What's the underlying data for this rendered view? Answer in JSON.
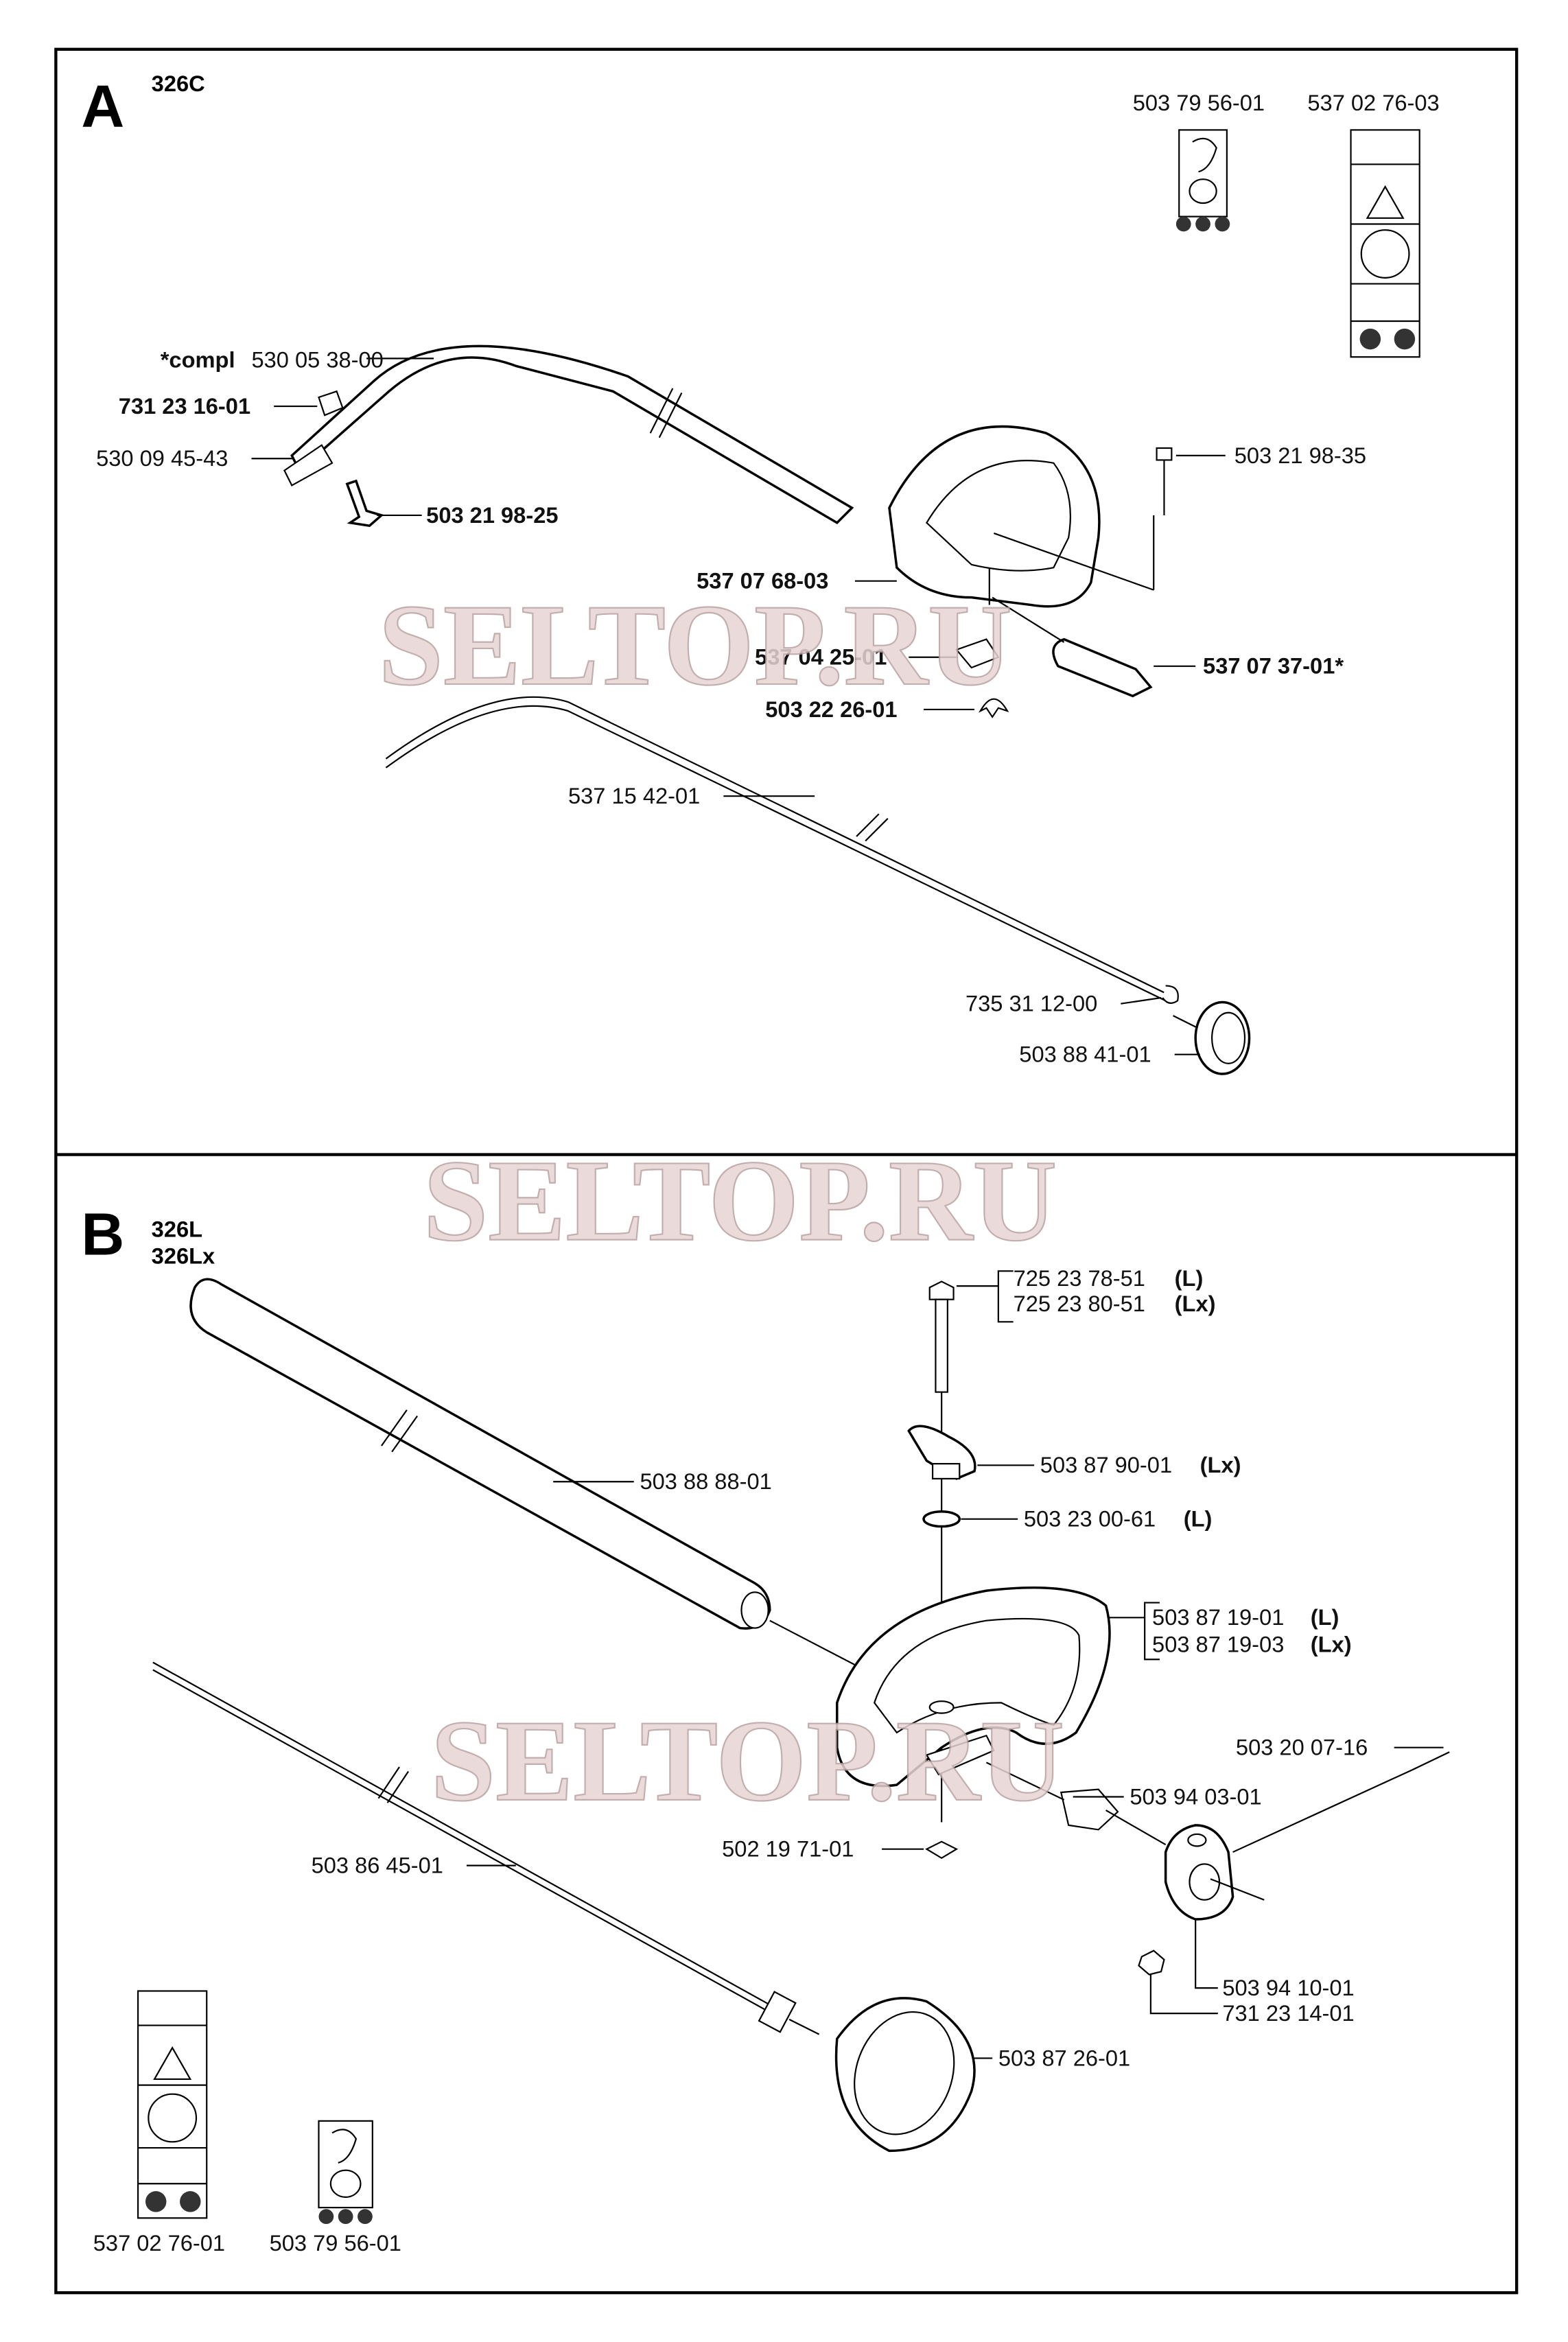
{
  "section_a": {
    "letter": "A",
    "model": "326C",
    "labels": {
      "decal1": "503 79 56-01",
      "decal2": "537 02 76-03",
      "compl_prefix": "*compl",
      "shaft": "530 05 38-00",
      "nut": "731 23 16-01",
      "bolt_left": "530 09 45-43",
      "screw_left": "503 21 98-25",
      "screw_right": "503 21 98-35",
      "handle": "537 07 68-03",
      "clip": "537 04 25-01",
      "grip": "537 07 37-01*",
      "clamp": "503 22 26-01",
      "drive_shaft": "537 15 42-01",
      "ring": "735 31 12-00",
      "drum": "503 88 41-01"
    }
  },
  "section_b": {
    "letter": "B",
    "model1": "326L",
    "model2": "326Lx",
    "labels": {
      "bolt_l": "725 23 78-51",
      "bolt_l_tag": "(L)",
      "bolt_lx": "725 23 80-51",
      "bolt_lx_tag": "(Lx)",
      "knob": "503 87 90-01",
      "knob_tag": "(Lx)",
      "washer": "503 23 00-61",
      "washer_tag": "(L)",
      "tube": "503 88 88-01",
      "handle_l": "503 87 19-01",
      "handle_l_tag": "(L)",
      "handle_lx": "503 87 19-03",
      "handle_lx_tag": "(Lx)",
      "screw": "503 20 07-16",
      "bracket": "503 94 03-01",
      "square_nut": "502 19 71-01",
      "drive_shaft": "503 86 45-01",
      "clamp": "503 94 10-01",
      "nut": "731 23 14-01",
      "drum": "503 87 26-01",
      "decal1": "537 02 76-01",
      "decal2": "503 79 56-01"
    }
  },
  "watermark": "SELTOP.RU"
}
